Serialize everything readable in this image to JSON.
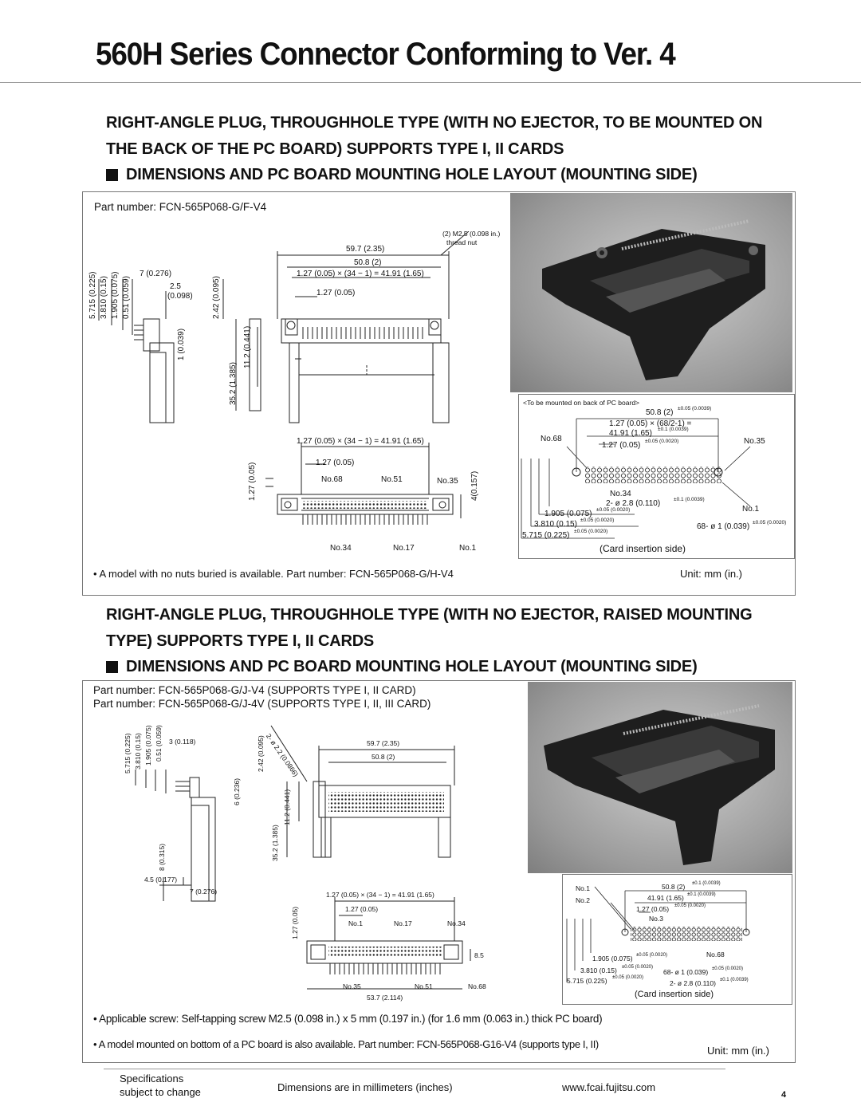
{
  "page": {
    "title": "560H Series Connector Conforming to Ver. 4"
  },
  "section1": {
    "heading_line1": "RIGHT-ANGLE PLUG, THROUGHHOLE TYPE  (WITH NO EJECTOR, TO BE MOUNTED ON",
    "heading_line2": "THE BACK OF THE PC BOARD) SUPPORTS TYPE I, II CARDS",
    "subheading": "DIMENSIONS AND PC BOARD MOUNTING HOLE LAYOUT (MOUNTING SIDE)",
    "part_number": "Part number: FCN-565P068-G/F-V4",
    "dims": {
      "nut": "(2) M2.5 (0.098 in.)",
      "nut2": "thread nut",
      "d597": "59.7 (2.35)",
      "d508": "50.8 (2)",
      "pitch_total": "1.27 (0.05) × (34 − 1) = 41.91 (1.65)",
      "pitch": "1.27 (0.05)",
      "d7": "7 (0.276)",
      "d25": "2.5",
      "d25in": "(0.098)",
      "d5715": "5.715 (0.225)",
      "d381": "3.810 (0.15)",
      "d1905": "1.905 (0.075)",
      "d051": "0.51 (0.059)",
      "d242": "2.42 (0.095)",
      "d1": "1 (0.039)",
      "d352": "35.2 (1.385)",
      "d112": "11.2 (0.441)",
      "d127v": "1.27 (0.05)",
      "d4": "4(0.157)",
      "no68": "No.68",
      "no51": "No.51",
      "no35": "No.35",
      "no34": "No.34",
      "no17": "No.17",
      "no1": "No.1"
    },
    "layout": {
      "note": "<To be mounted on back of PC board>",
      "d508": "50.8 (2)",
      "d508tol": "±0.05 (0.0039)",
      "pitch_total": "1.27 (0.05) × (68/2-1) =",
      "d4191": "41.91 (1.65)",
      "d4191tol": "±0.1 (0.0039)",
      "pitch": "1.27 (0.05)",
      "pitchtol": "±0.05 (0.0020)",
      "no68": "No.68",
      "no35": "No.35",
      "no34": "No.34",
      "no1": "No.1",
      "hole28": "2- ø 2.8 (0.110)",
      "hole28tol": "±0.1 (0.0039)",
      "d1905": "1.905 (0.075)",
      "d1905tol": "±0.05 (0.0020)",
      "d381": "3.810 (0.15)",
      "d381tol": "±0.05 (0.0020)",
      "d5715": "5.715 (0.225)",
      "d5715tol": "±0.05 (0.0020)",
      "hole1": "68- ø 1 (0.039)",
      "hole1tol": "±0.05 (0.0020)",
      "insertion": "(Card insertion side)"
    },
    "note": "• A model with no nuts buried is available.  Part number:  FCN-565P068-G/H-V4",
    "unit": "Unit:  mm (in.)"
  },
  "section2": {
    "heading_line1": "RIGHT-ANGLE PLUG, THROUGHHOLE TYPE (WITH NO EJECTOR, RAISED MOUNTING",
    "heading_line2": "TYPE) SUPPORTS TYPE I, II CARDS",
    "subheading": "DIMENSIONS AND PC BOARD MOUNTING HOLE LAYOUT (MOUNTING SIDE)",
    "part_number1": "Part number: FCN-565P068-G/J-V4 (SUPPORTS TYPE I, II CARD)",
    "part_number2": "Part number: FCN-565P068-G/J-4V (SUPPORTS TYPE I, II, III CARD)",
    "dims": {
      "d5715": "5.715 (0.225)",
      "d381": "3.810 (0.15)",
      "d1905": "1.905 (0.075)",
      "d051": "0.51 (0.059)",
      "d3": "3 (0.118)",
      "d242": "2.42 (0.095)",
      "d22": "2- ø 2.2 (0.0866)",
      "d597": "59.7 (2.35)",
      "d508": "50.8 (2)",
      "d6": "6 (0.236)",
      "d352": "35.2 (1.385)",
      "d112": "11.2 (0.441)",
      "d8": "8 (0.315)",
      "d45": "4.5 (0.177)",
      "d7": "7 (0.276)",
      "pitch_total": "1.27 (0.05) × (34 − 1) = 41.91 (1.65)",
      "pitch": "1.27 (0.05)",
      "d127v": "1.27 (0.05)",
      "no1": "No.1",
      "no17": "No.17",
      "no34": "No.34",
      "no35": "No.35",
      "no51": "No.51",
      "no68": "No.68",
      "d85": "8.5",
      "d537": "53.7 (2.114)"
    },
    "layout": {
      "no1": "No.1",
      "no2": "No.2",
      "no3": "No.3",
      "no68": "No.68",
      "d508": "50.8 (2)",
      "d508tol": "±0.1 (0.0039)",
      "d4191": "41.91 (1.65)",
      "d4191tol": "±0.1 (0.0039)",
      "pitch": "1.27 (0.05)",
      "pitchtol": "±0.05 (0.0020)",
      "d1905": "1.905 (0.075)",
      "d1905tol": "±0.05 (0.0020)",
      "d381": "3.810 (0.15)",
      "d381tol": "±0.05 (0.0020)",
      "d5715": "5.715 (0.225)",
      "d5715tol": "±0.05 (0.0020)",
      "hole1": "68- ø 1 (0.039)",
      "hole1tol": "±0.05 (0.0020)",
      "hole28": "2- ø 2.8 (0.110)",
      "hole28tol": "±0.1 (0.0039)",
      "insertion": "(Card insertion side)"
    },
    "note1": "• Applicable screw:  Self-tapping screw M2.5 (0.098 in.) x 5 mm (0.197 in.) (for 1.6 mm (0.063 in.) thick PC board)",
    "note2": "• A model mounted on bottom of a PC board is also available.  Part number:  FCN-565P068-G16-V4 (supports type I, II)",
    "unit": "Unit:  mm (in.)"
  },
  "footer": {
    "spec1": "Specifications",
    "spec2": "subject to change",
    "dims": "Dimensions are in millimeters (inches)",
    "url": "www.fcai.fujitsu.com",
    "page_number": "4"
  }
}
